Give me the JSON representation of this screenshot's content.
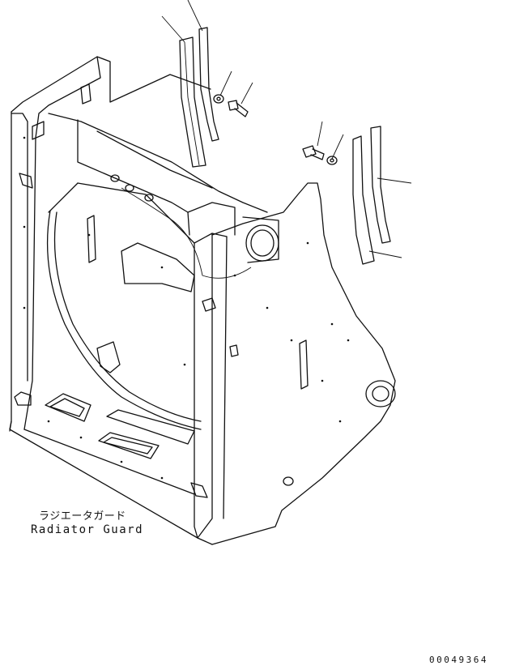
{
  "label": {
    "japanese": "ラジエータガード",
    "english": "Radiator Guard"
  },
  "document_number": "00049364"
}
